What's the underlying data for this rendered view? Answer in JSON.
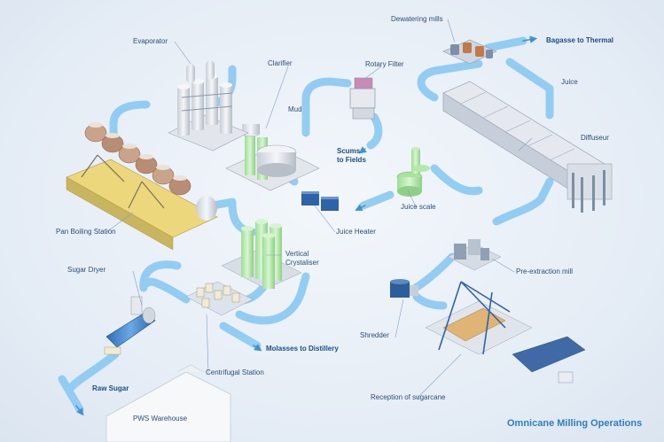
{
  "title": "Omnicane Milling Operations",
  "labels": {
    "dewatering_mills": "Dewatering mills",
    "bagasse_to_thermal": "Bagasse to Thermal",
    "evaporator": "Evaporator",
    "clarifier": "Clarifier",
    "rotary_filter": "Rotary Filter",
    "juice": "Juice",
    "mud": "Mud",
    "scums_to_fields": "Scums\nto Fields",
    "diffuseur": "Diffuseur",
    "juice_scale": "Juice scale",
    "juice_heater": "Juice Heater",
    "pan_boiling_station": "Pan Boiling Station",
    "vertical_crystaliser": "Vertical\nCrystaliser",
    "sugar_dryer": "Sugar Dryer",
    "pre_extraction_mill": "Pre-extraction mill",
    "shredder": "Shredder",
    "molasses_to_distillery": "Molasses to Distillery",
    "centrifugal_station": "Centrifugal Station",
    "raw_sugar": "Raw Sugar",
    "pws_warehouse": "PWS Warehouse",
    "reception_of_sugarcane": "Reception of sugarcane"
  },
  "colors": {
    "flow": "#6fb8ea",
    "flow_dark": "#3f93d2",
    "equipment": "#d7dde6",
    "crystaliser": "#b9ebb1",
    "label": "#2a4f7a",
    "title": "#2f7dc3"
  }
}
